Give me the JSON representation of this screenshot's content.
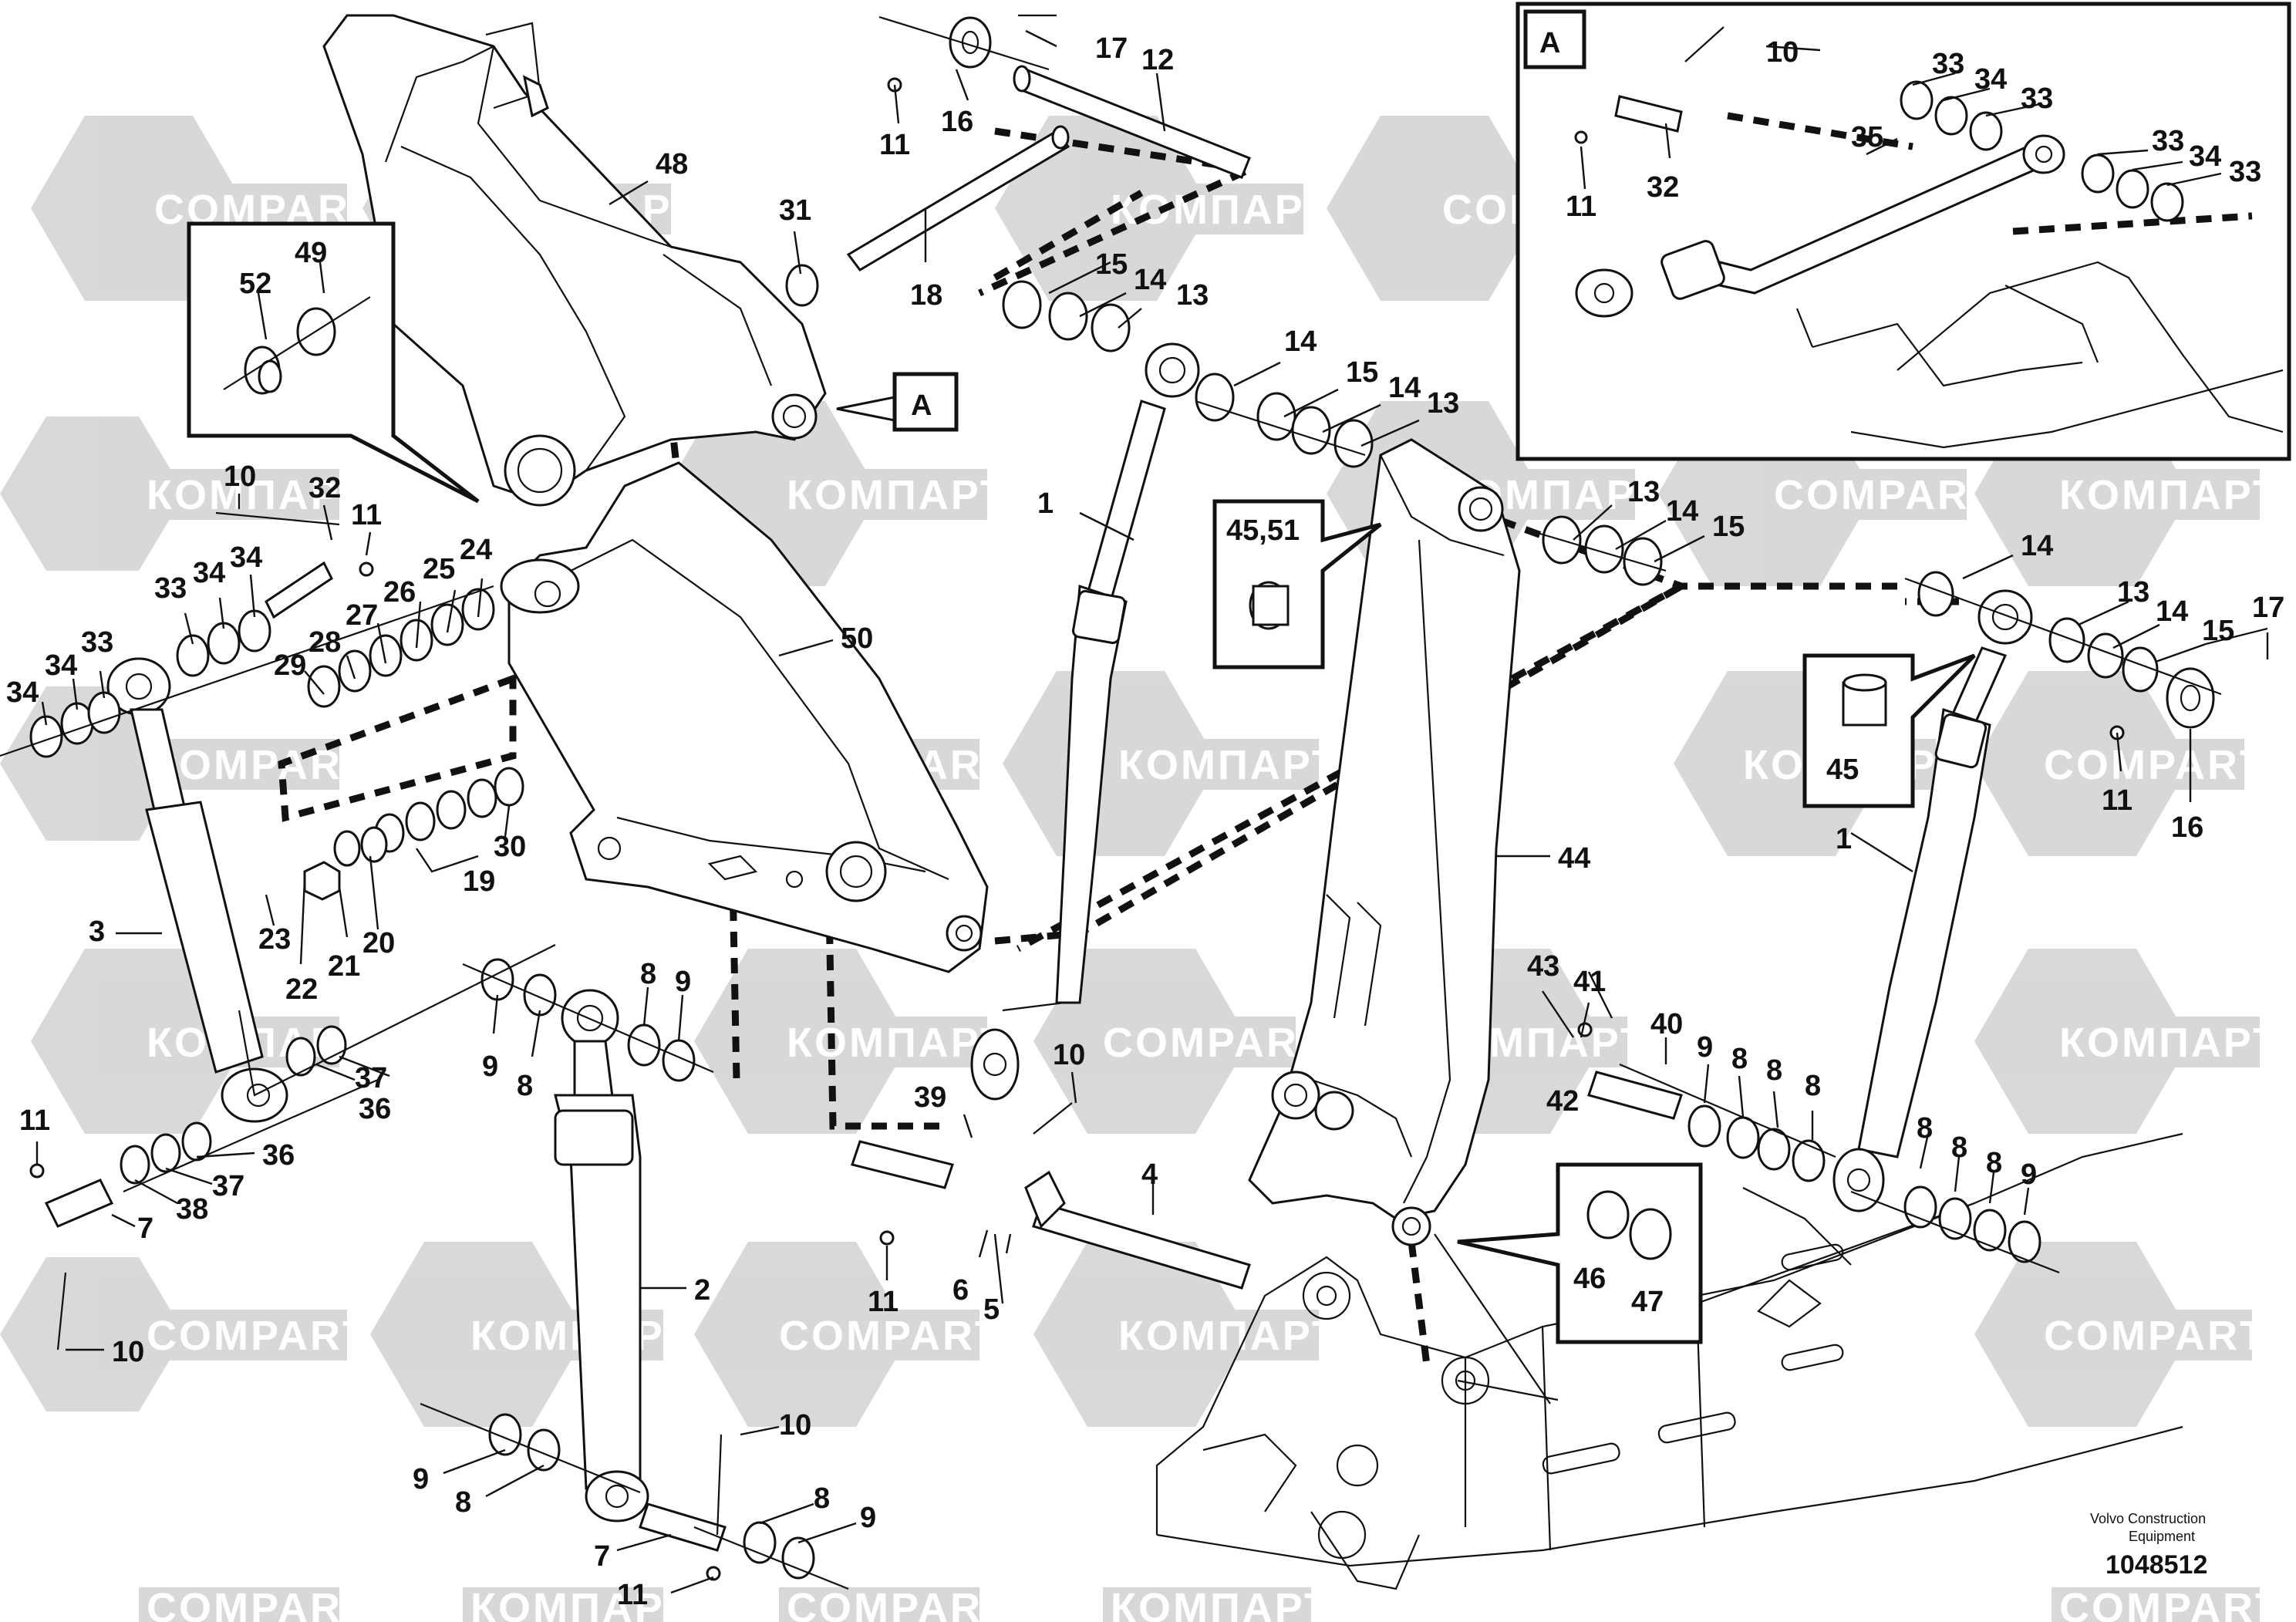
{
  "watermarks": {
    "latin": "COMPART",
    "cyrillic": "КОМПАРТ"
  },
  "view_labels": {
    "main_arrow_tag": "A",
    "inset_tag": "A"
  },
  "callouts": {
    "c1": "1",
    "c1b": "1",
    "c2": "2",
    "c3": "3",
    "c4": "4",
    "c5": "5",
    "c6": "6",
    "c7": "7",
    "c7b": "7",
    "c8a": "8",
    "c8b": "8",
    "c8c": "8",
    "c8d": "8",
    "c8e": "8",
    "c8f": "8",
    "c8g": "8",
    "c8h": "8",
    "c8i": "8",
    "c9a": "9",
    "c9b": "9",
    "c9c": "9",
    "c9d": "9",
    "c9e": "9",
    "c9f": "9",
    "c10a": "10",
    "c10b": "10",
    "c10c": "10",
    "c10d": "10",
    "c10e": "10",
    "c11a": "11",
    "c11b": "11",
    "c11c": "11",
    "c11d": "11",
    "c11e": "11",
    "c11f": "11",
    "c11g": "11",
    "c12": "12",
    "c13a": "13",
    "c13b": "13",
    "c13c": "13",
    "c13d": "13",
    "c14a": "14",
    "c14b": "14",
    "c14c": "14",
    "c14d": "14",
    "c14e": "14",
    "c14f": "14",
    "c15a": "15",
    "c15b": "15",
    "c15c": "15",
    "c15d": "15",
    "c16a": "16",
    "c16b": "16",
    "c17a": "17",
    "c17b": "17",
    "c18": "18",
    "c19": "19",
    "c20": "20",
    "c21": "21",
    "c22": "22",
    "c23": "23",
    "c24": "24",
    "c25": "25",
    "c26": "26",
    "c27": "27",
    "c28": "28",
    "c29": "29",
    "c30": "30",
    "c31": "31",
    "c32a": "32",
    "c32b": "32",
    "c33a": "33",
    "c33b": "33",
    "c33c": "33",
    "c33d": "33",
    "c33e": "33",
    "c33f": "33",
    "c34a": "34",
    "c34b": "34",
    "c34c": "34",
    "c34d": "34",
    "c34e": "34",
    "c35": "35",
    "c36a": "36",
    "c36b": "36",
    "c37a": "37",
    "c37b": "37",
    "c38": "38",
    "c39": "39",
    "c40": "40",
    "c41": "41",
    "c42": "42",
    "c43": "43",
    "c44": "44",
    "c45a": "45,51",
    "c45b": "45",
    "c46": "46",
    "c47": "47",
    "c48": "48",
    "c49": "49",
    "c50": "50",
    "c52": "52"
  },
  "footer": {
    "manufacturer_line1": "Volvo Construction",
    "manufacturer_line2": "Equipment",
    "drawing_number": "1048512"
  }
}
